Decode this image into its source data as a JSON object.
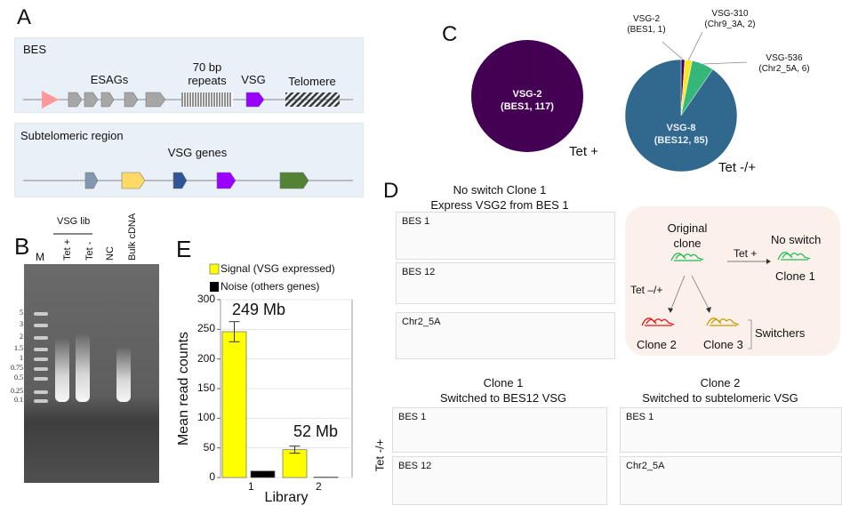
{
  "panels": {
    "a": "A",
    "b": "B",
    "c": "C",
    "d": "D",
    "e": "E"
  },
  "panel_a": {
    "bes_title": "BES",
    "esags": "ESAGs",
    "repeats_l1": "70 bp",
    "repeats_l2": "repeats",
    "vsg": "VSG",
    "telomere": "Telomere",
    "sub_title": "Subtelomeric region",
    "vsg_genes": "VSG genes",
    "colors": {
      "promoter": "#ff9999",
      "esag": "#a6a6a6",
      "vsg": "#9900ff",
      "genes": [
        "#8497b0",
        "#ffd966",
        "#2f5597",
        "#9900ff",
        "#548235"
      ]
    }
  },
  "panel_b": {
    "group_label": "VSG lib",
    "lanes": [
      "M",
      "Tet +",
      "Tet -",
      "NC",
      "Bulk cDNA"
    ],
    "ladder": [
      "5",
      "3",
      "2",
      "1.5",
      "1",
      "0.75",
      "0.5",
      "0.25",
      "0.1"
    ]
  },
  "panel_c": {
    "pies": [
      {
        "caption": "Tet +",
        "slices": [
          {
            "label": "VSG-2",
            "sub": "(BES1, 117)",
            "value": 117,
            "color": "#440154"
          }
        ]
      },
      {
        "caption": "Tet -/+",
        "slices": [
          {
            "label": "VSG-2",
            "sub": "(BES1, 1)",
            "value": 1,
            "color": "#440154"
          },
          {
            "label": "VSG-310",
            "sub": "(Chr9_3A, 2)",
            "value": 2,
            "color": "#fde725"
          },
          {
            "label": "VSG-536",
            "sub": "(Chr2_5A, 6)",
            "value": 6,
            "color": "#35b779"
          },
          {
            "label": "VSG-8",
            "sub": "(BES12, 85)",
            "value": 85,
            "color": "#31688e"
          }
        ]
      }
    ]
  },
  "panel_d": {
    "top_title_1": "No switch Clone 1",
    "top_title_2": "Express VSG2 from BES 1",
    "top_tracks": [
      "BES 1",
      "BES 12",
      "Chr2_5A"
    ],
    "diagram": {
      "original_1": "Original",
      "original_2": "clone",
      "tet_plus": "Tet +",
      "no_switch": "No switch",
      "clone1": "Clone 1",
      "tet_minus": "Tet –/+",
      "clone2": "Clone 2",
      "clone3": "Clone 3",
      "switchers": "Switchers"
    },
    "side_label": "Tet -/+",
    "left_title_1": "Clone 1",
    "left_title_2": "Switched to BES12 VSG",
    "left_tracks": [
      "BES 1",
      "BES 12"
    ],
    "right_title_1": "Clone 2",
    "right_title_2": "Switched to subtelomeric VSG",
    "right_tracks": [
      "BES 1",
      "Chr2_5A"
    ],
    "colors": {
      "clone1": "#1a9e3a",
      "clone2": "#ff0000",
      "clone3": "#c9a000",
      "peak_right": "#ffc000"
    }
  },
  "chart_data": {
    "type": "bar",
    "categories": [
      "1",
      "2"
    ],
    "series": [
      {
        "name": "Signal (VSG expressed)",
        "values": [
          246,
          47
        ],
        "errors": [
          17,
          6
        ],
        "color": "#ffff00"
      },
      {
        "name": "Noise (others genes)",
        "values": [
          11,
          1
        ],
        "color": "#000000"
      }
    ],
    "annotations": [
      "249 Mb",
      "52 Mb"
    ],
    "xlabel": "Library",
    "ylabel": "Mean read counts",
    "ylim": [
      0,
      300
    ],
    "yticks": [
      "0",
      "50",
      "100",
      "150",
      "200",
      "250",
      "300"
    ],
    "legend": "top"
  }
}
